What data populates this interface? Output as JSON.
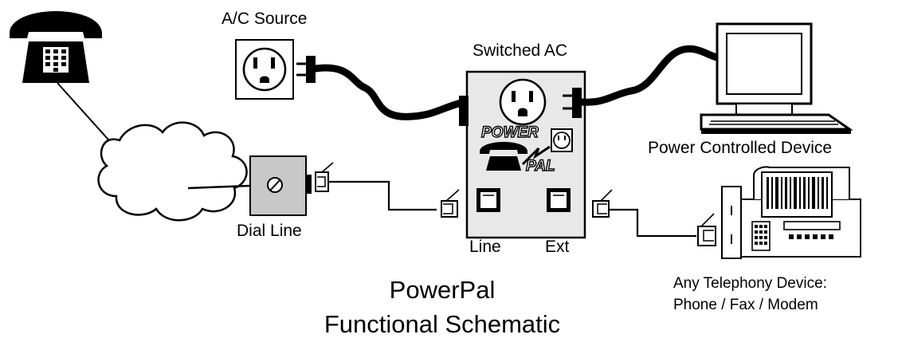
{
  "labels": {
    "ac_source": "A/C Source",
    "switched_ac": "Switched AC",
    "power_controlled_device": "Power Controlled Device",
    "dial_line": "Dial Line",
    "line_jack": "Line",
    "ext_jack": "Ext",
    "telephony_line1": "Any Telephony Device:",
    "telephony_line2": "Phone / Fax / Modem"
  },
  "title": {
    "line1": "PowerPal",
    "line2": "Functional Schematic"
  },
  "logo": {
    "word1": "POWER",
    "word2": "PAL"
  },
  "colors": {
    "ink": "#000000",
    "box_fill": "#e8e8e8",
    "background": "#ffffff"
  }
}
